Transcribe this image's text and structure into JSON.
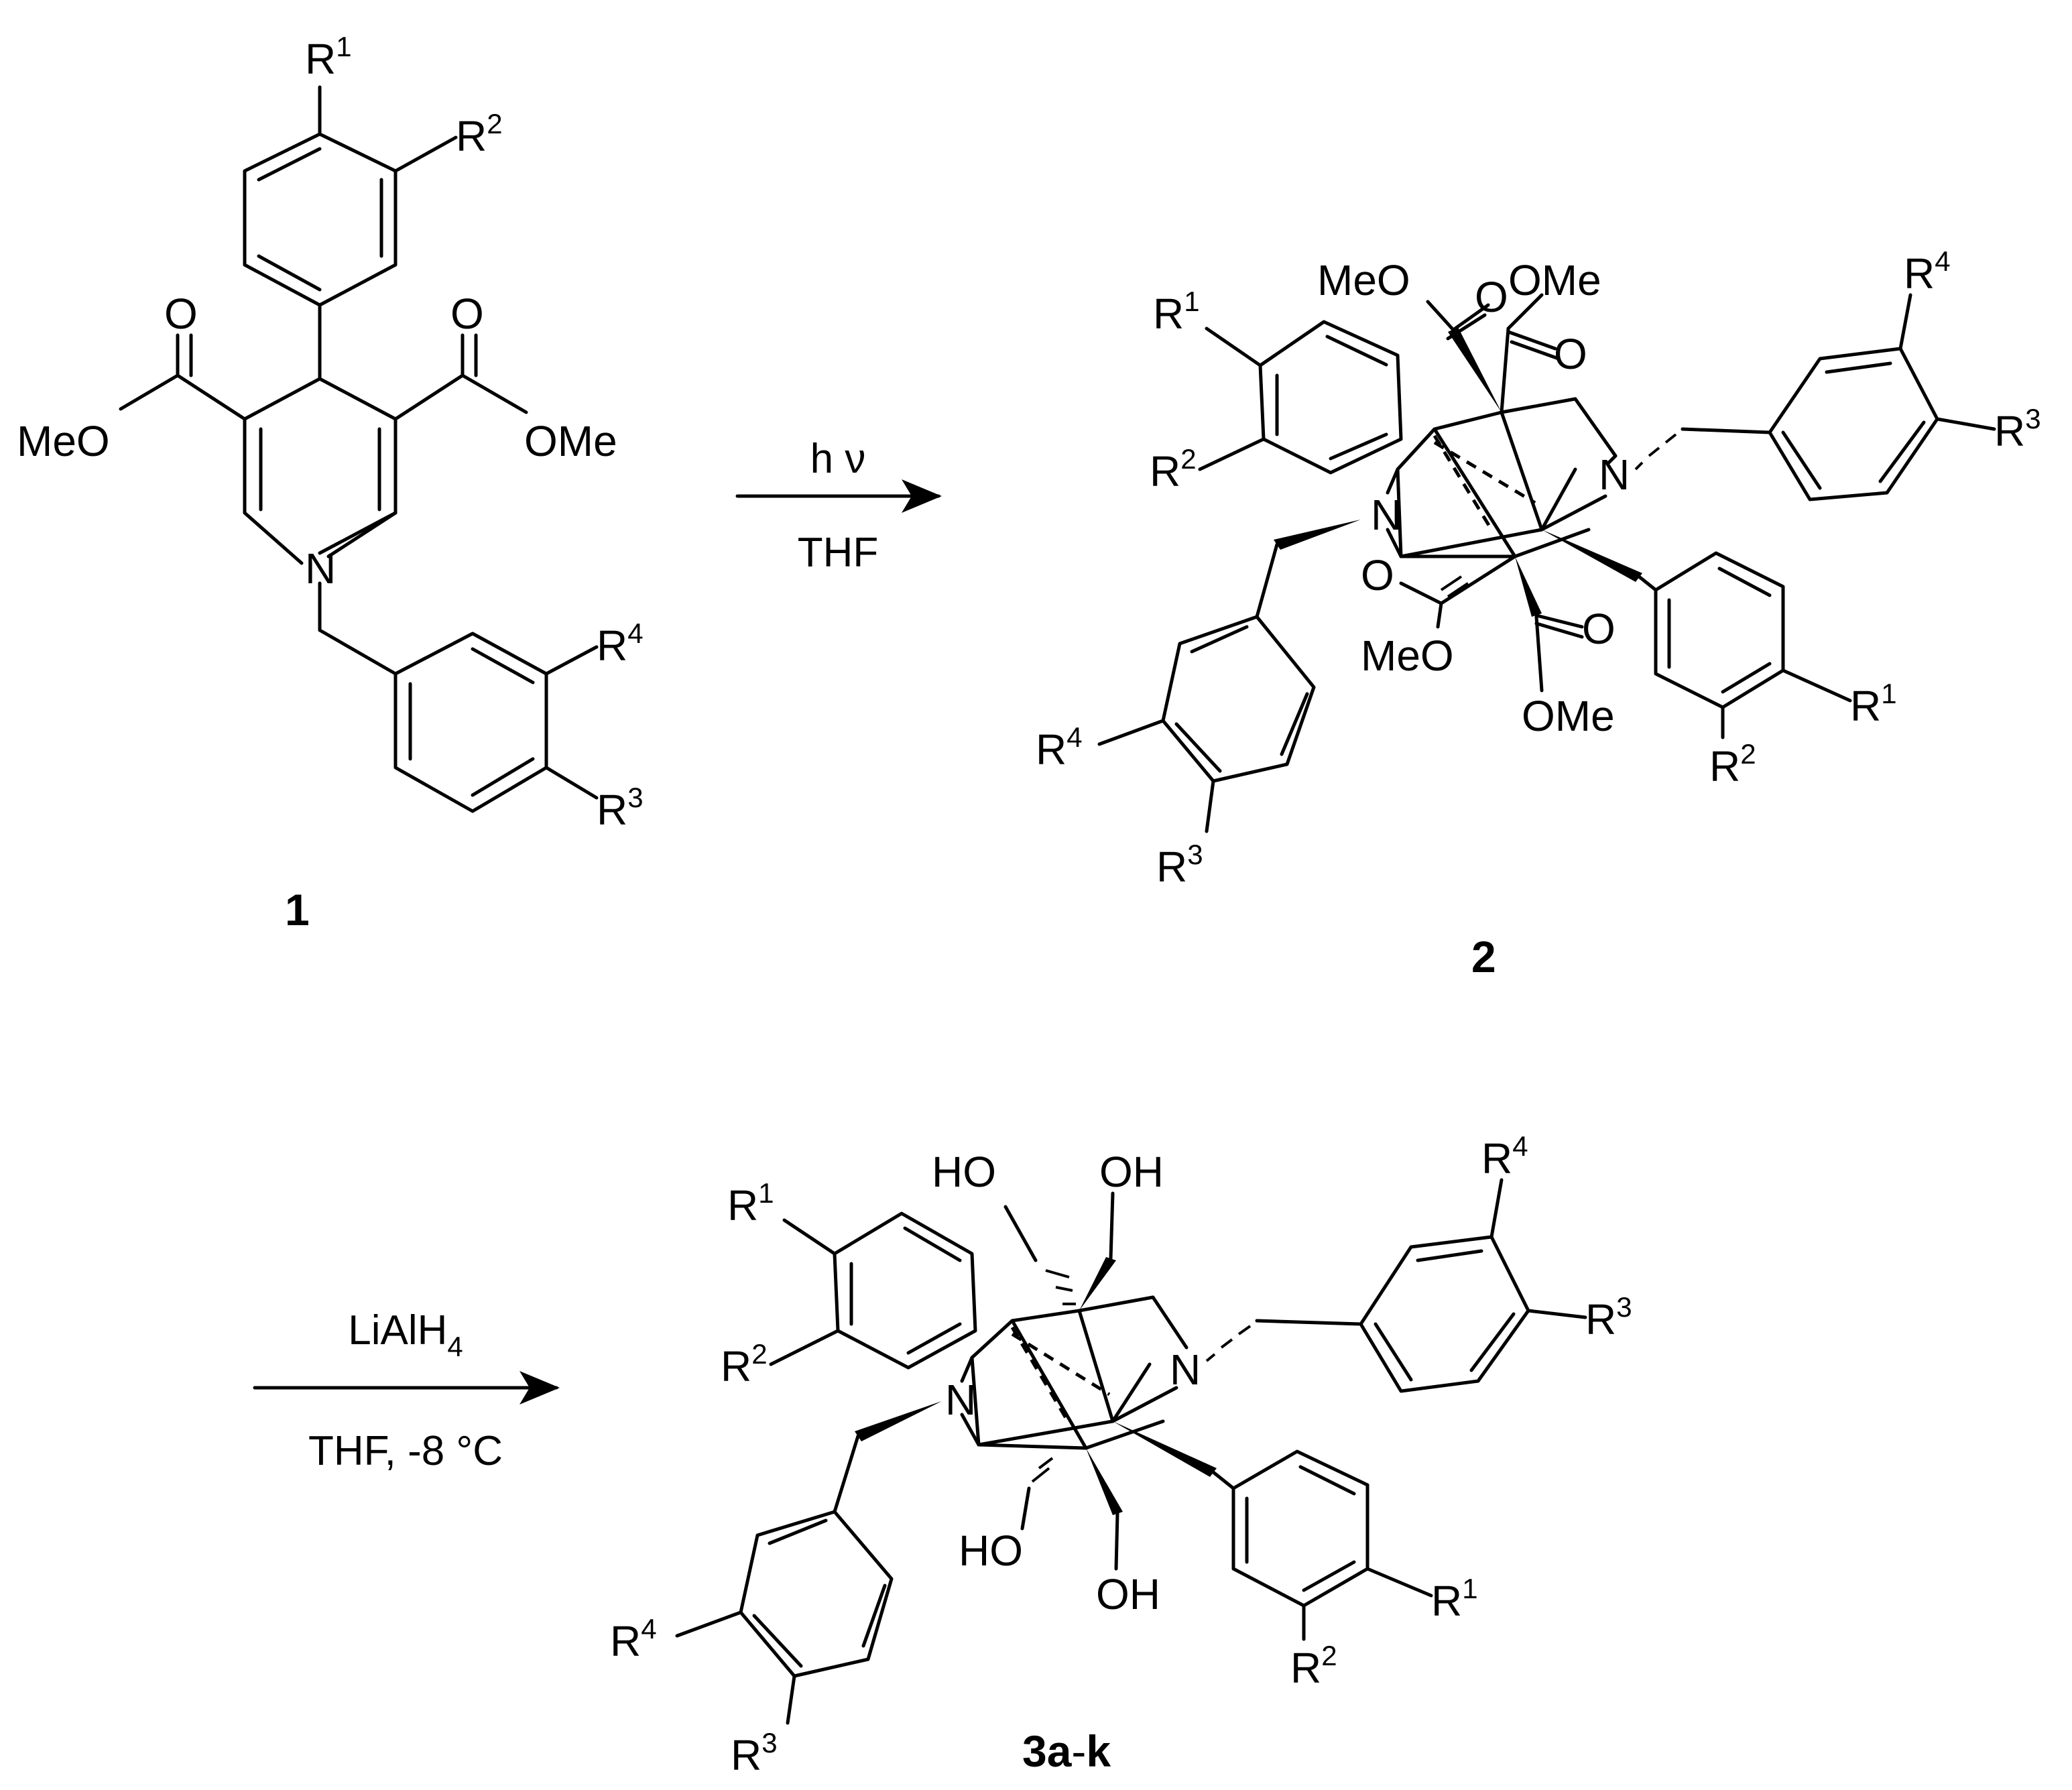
{
  "reaction_scheme": {
    "step1": {
      "above": "h ν",
      "below": "THF"
    },
    "step2": {
      "above": "LiAlH",
      "above_sub": "4",
      "below": "THF, -8 °C"
    },
    "compounds": {
      "c1": {
        "label": "1",
        "atoms": {
          "O_a": "O",
          "O_b": "O",
          "MeO": "MeO",
          "OMe": "OMe",
          "N": "N"
        },
        "groups": [
          "R1",
          "R2",
          "R3",
          "R4"
        ]
      },
      "c2": {
        "label": "2",
        "atoms": {
          "MeO_top": "MeO",
          "O_top": "O",
          "OMe_top": "OMe",
          "O_top2": "O",
          "N_left": "N",
          "N_right": "N",
          "O_bot": "O",
          "MeO_bot": "MeO",
          "O_bot2": "O",
          "OMe_bot": "OMe"
        }
      },
      "c3": {
        "label_bold": "3a",
        "label_dash": "-",
        "label_bold2": "k",
        "atoms": {
          "HO_top": "HO",
          "OH_top": "OH",
          "N_left": "N",
          "N_right": "N",
          "HO_bot": "HO",
          "OH_bot": "OH"
        }
      }
    },
    "r_letter": "R",
    "r_indices": {
      "r1": "1",
      "r2": "2",
      "r3": "3",
      "r4": "4"
    }
  }
}
